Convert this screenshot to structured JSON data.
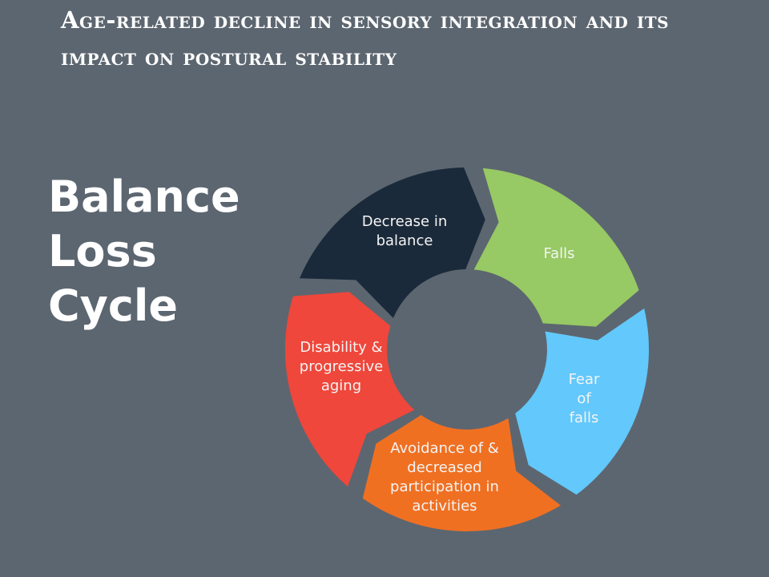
{
  "title": "Age-related decline in sensory integration and its impact on postural stability",
  "heading": [
    "Balance",
    "Loss",
    "Cycle"
  ],
  "cycle": [
    {
      "lines": [
        "Decrease in",
        "balance"
      ],
      "color": "#1b2a3a"
    },
    {
      "lines": [
        "Falls"
      ],
      "color": "#97c964"
    },
    {
      "lines": [
        "Fear",
        "of",
        "falls"
      ],
      "color": "#63c8fb"
    },
    {
      "lines": [
        "Avoidance of &",
        "decreased",
        "participation in",
        "activities"
      ],
      "color": "#f07022"
    },
    {
      "lines": [
        "Disability &",
        "progressive",
        "aging"
      ],
      "color": "#ef473b"
    }
  ]
}
